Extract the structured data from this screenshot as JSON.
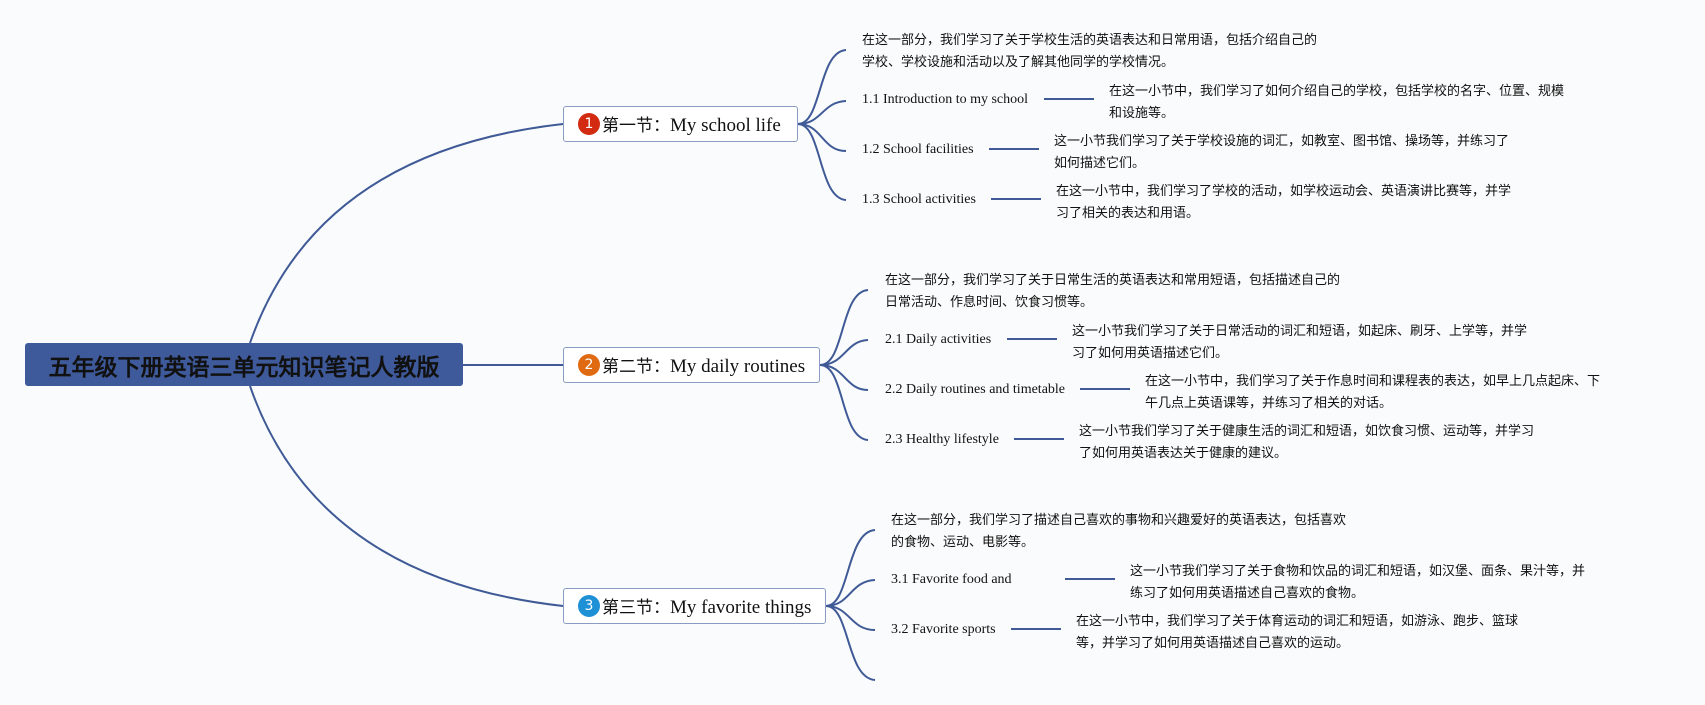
{
  "root": {
    "title": "五年级下册英语三单元知识笔记人教版"
  },
  "colors": {
    "line": "#3f5a96",
    "root_bg": "#3f5a9b"
  },
  "sections": [
    {
      "badge": "1",
      "badge_color": "#d32a12",
      "title_cn": "第一节：",
      "title_en": "My school life",
      "summary_line1": "在这一部分，我们学习了关于学校生活的英语表达和日常用语，包括介绍自己的",
      "summary_line2": "学校、学校设施和活动以及了解其他同学的学校情况。",
      "subs": [
        {
          "label": "1.1 Introduction to my school",
          "line1": "在这一小节中，我们学习了如何介绍自己的学校，包括学校的名字、位置、规模",
          "line2": "和设施等。"
        },
        {
          "label": "1.2 School facilities",
          "line1": "这一小节我们学习了关于学校设施的词汇，如教室、图书馆、操场等，并练习了",
          "line2": "如何描述它们。"
        },
        {
          "label": "1.3 School activities",
          "line1": "在这一小节中，我们学习了学校的活动，如学校运动会、英语演讲比赛等，并学",
          "line2": "习了相关的表达和用语。"
        }
      ]
    },
    {
      "badge": "2",
      "badge_color": "#e06a12",
      "title_cn": "第二节：",
      "title_en": "My daily routines",
      "summary_line1": "在这一部分，我们学习了关于日常生活的英语表达和常用短语，包括描述自己的",
      "summary_line2": "日常活动、作息时间、饮食习惯等。",
      "subs": [
        {
          "label": "2.1 Daily activities",
          "line1": "这一小节我们学习了关于日常活动的词汇和短语，如起床、刷牙、上学等，并学",
          "line2": "习了如何用英语描述它们。"
        },
        {
          "label": "2.2 Daily routines and timetable",
          "line1": "在这一小节中，我们学习了关于作息时间和课程表的表达，如早上几点起床、下",
          "line2": "午几点上英语课等，并练习了相关的对话。"
        },
        {
          "label": "2.3 Healthy lifestyle",
          "line1": "这一小节我们学习了关于健康生活的词汇和短语，如饮食习惯、运动等，并学习",
          "line2": "了如何用英语表达关于健康的建议。"
        }
      ]
    },
    {
      "badge": "3",
      "badge_color": "#1e90d6",
      "title_cn": "第三节：",
      "title_en": "My favorite things",
      "summary_line1": "在这一部分，我们学习了描述自己喜欢的事物和兴趣爱好的英语表达，包括喜欢",
      "summary_line2": "的食物、运动、电影等。",
      "subs": [
        {
          "label": "3.1 Favorite food and",
          "line1": "这一小节我们学习了关于食物和饮品的词汇和短语，如汉堡、面条、果汁等，并",
          "line2": "练习了如何用英语描述自己喜欢的食物。"
        },
        {
          "label": "3.2 Favorite sports",
          "line1": "在这一小节中，我们学习了关于体育运动的词汇和短语，如游泳、跑步、篮球",
          "line2": "等，并学习了如何用英语描述自己喜欢的运动。"
        }
      ]
    }
  ]
}
